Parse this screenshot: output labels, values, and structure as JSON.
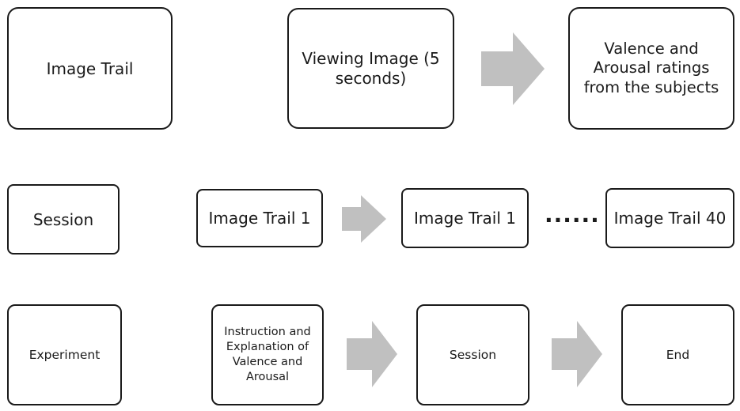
{
  "rows": {
    "image_trail": {
      "label": "Image Trail",
      "step_1": "Viewing Image (5 seconds)",
      "step_2": "Valence and Arousal ratings from the subjects"
    },
    "session": {
      "label": "Session",
      "step_1": "Image Trail 1",
      "step_2": "Image Trail 1",
      "ellipsis": "......",
      "step_3": "Image Trail 40"
    },
    "experiment": {
      "label": "Experiment",
      "step_1": "Instruction and Explanation of Valence and Arousal",
      "step_2": "Session",
      "step_3": "End"
    }
  },
  "colors": {
    "arrow_fill": "#c0c0c0",
    "box_border": "#1a1a1a"
  },
  "icons": {
    "flow_arrow": "block-arrow-right-icon"
  }
}
